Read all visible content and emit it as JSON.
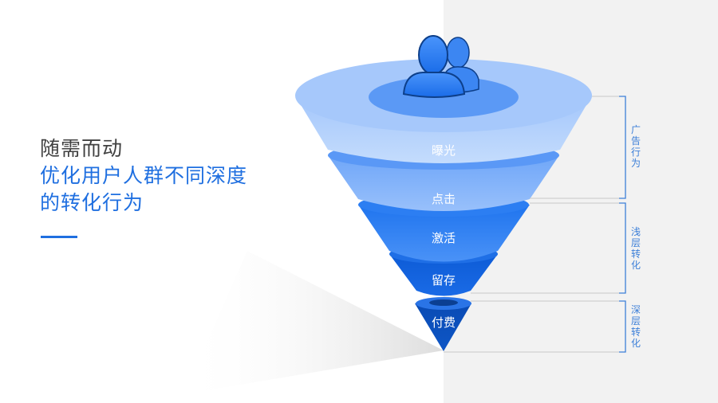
{
  "headline": {
    "line1": "随需而动",
    "line2": "优化用户人群不同深度",
    "line3": "的转化行为"
  },
  "funnel": {
    "icon": "users-icon",
    "stages": [
      {
        "label": "曝光",
        "color": "#a9cbfb"
      },
      {
        "label": "点击",
        "color": "#86b4fa"
      },
      {
        "label": "激活",
        "color": "#3b87f5"
      },
      {
        "label": "留存",
        "color": "#1565e0"
      },
      {
        "label": "付费",
        "color": "#0b4fb8"
      }
    ]
  },
  "brackets": [
    {
      "label": "广告行为",
      "covers": [
        "曝光",
        "点击"
      ]
    },
    {
      "label": "浅层转化",
      "covers": [
        "激活",
        "留存"
      ]
    },
    {
      "label": "深层转化",
      "covers": [
        "付费"
      ]
    }
  ],
  "colors": {
    "accent": "#1f6fe0",
    "title_gray": "#404040",
    "panel_bg": "#f2f2f2",
    "bracket": "#3c7fd8"
  }
}
